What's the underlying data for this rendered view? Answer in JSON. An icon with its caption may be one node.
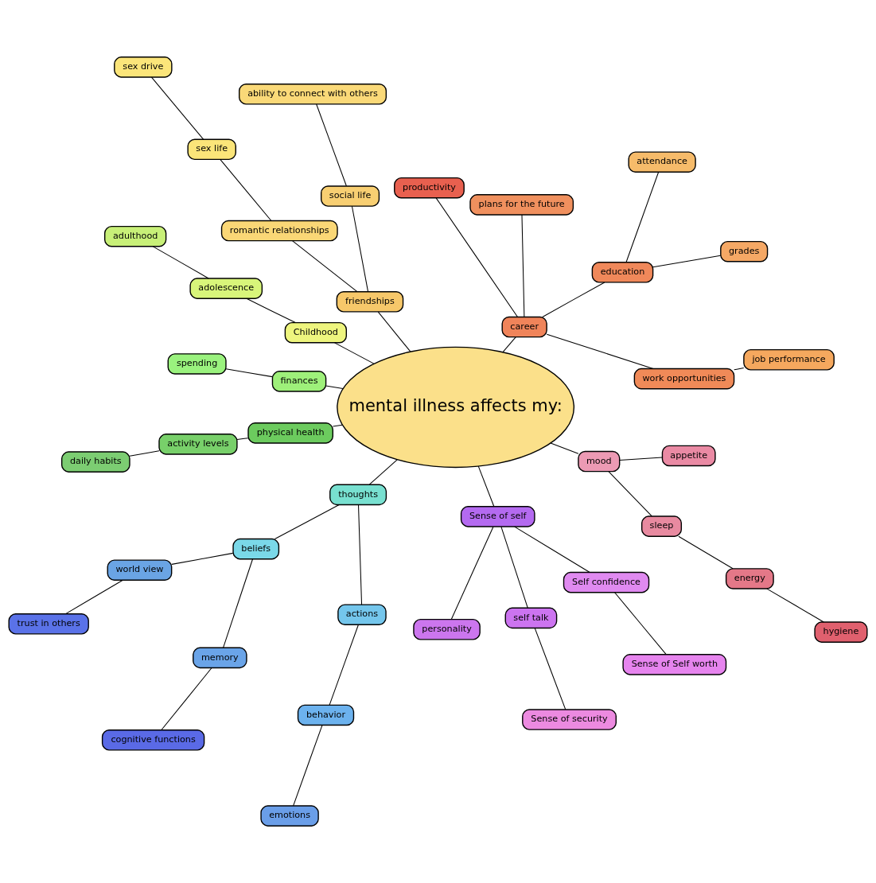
{
  "diagram": {
    "nodes": [
      {
        "text": [
          "mental illness affects my:"
        ]
      },
      {
        "text": [
          "career"
        ]
      },
      {
        "text": [
          "work opportunities"
        ]
      },
      {
        "text": [
          "job performance"
        ]
      },
      {
        "text": [
          "education"
        ]
      },
      {
        "text": [
          "grades"
        ]
      },
      {
        "text": [
          "attendance"
        ]
      },
      {
        "text": [
          "plans for the future"
        ]
      },
      {
        "text": [
          "productivity"
        ]
      },
      {
        "text": [
          "friendships"
        ]
      },
      {
        "text": [
          "social life"
        ]
      },
      {
        "text": [
          "ability to connect with others"
        ]
      },
      {
        "text": [
          "romantic relationships"
        ]
      },
      {
        "text": [
          "sex life"
        ]
      },
      {
        "text": [
          "sex drive"
        ]
      },
      {
        "text": [
          "Childhood"
        ]
      },
      {
        "text": [
          "adolescence"
        ]
      },
      {
        "text": [
          "adulthood"
        ]
      },
      {
        "text": [
          "finances"
        ]
      },
      {
        "text": [
          "spending"
        ]
      },
      {
        "text": [
          "physical health"
        ]
      },
      {
        "text": [
          "activity levels"
        ]
      },
      {
        "text": [
          "daily habits"
        ]
      },
      {
        "text": [
          "thoughts"
        ]
      },
      {
        "text": [
          "beliefs"
        ]
      },
      {
        "text": [
          "actions"
        ]
      },
      {
        "text": [
          "world view"
        ]
      },
      {
        "text": [
          "memory"
        ]
      },
      {
        "text": [
          "trust in others"
        ]
      },
      {
        "text": [
          "cognitive functions"
        ]
      },
      {
        "text": [
          "behavior"
        ]
      },
      {
        "text": [
          "emotions"
        ]
      },
      {
        "text": [
          "Sense of self"
        ]
      },
      {
        "text": [
          "personality"
        ]
      },
      {
        "text": [
          "self talk"
        ]
      },
      {
        "text": [
          "Self confidence"
        ]
      },
      {
        "text": [
          "Sense of security"
        ]
      },
      {
        "text": [
          "Sense of Self worth"
        ]
      },
      {
        "text": [
          "mood"
        ]
      },
      {
        "text": [
          "sleep"
        ]
      },
      {
        "text": [
          "energy"
        ]
      },
      {
        "text": [
          "appetite"
        ]
      },
      {
        "text": [
          "hygiene"
        ]
      }
    ],
    "edges": [
      {
        "from": 0,
        "to": 1,
        "arrow": "none"
      },
      {
        "from": 1,
        "to": 2,
        "arrow": "none"
      },
      {
        "from": 2,
        "to": 3,
        "arrow": "none"
      },
      {
        "from": 1,
        "to": 4,
        "arrow": "none"
      },
      {
        "from": 4,
        "to": 5,
        "arrow": "none"
      },
      {
        "from": 4,
        "to": 6,
        "arrow": "none"
      },
      {
        "from": 1,
        "to": 7,
        "arrow": "none"
      },
      {
        "from": 1,
        "to": 8,
        "arrow": "none"
      },
      {
        "from": 0,
        "to": 9,
        "arrow": "none"
      },
      {
        "from": 9,
        "to": 10,
        "arrow": "none"
      },
      {
        "from": 10,
        "to": 11,
        "arrow": "none"
      },
      {
        "from": 9,
        "to": 12,
        "arrow": "none"
      },
      {
        "from": 12,
        "to": 13,
        "arrow": "none"
      },
      {
        "from": 13,
        "to": 14,
        "arrow": "none"
      },
      {
        "from": 0,
        "to": 15,
        "arrow": "none"
      },
      {
        "from": 15,
        "to": 16,
        "arrow": "none"
      },
      {
        "from": 16,
        "to": 17,
        "arrow": "none"
      },
      {
        "from": 0,
        "to": 18,
        "arrow": "none"
      },
      {
        "from": 18,
        "to": 19,
        "arrow": "none"
      },
      {
        "from": 0,
        "to": 20,
        "arrow": "none"
      },
      {
        "from": 20,
        "to": 21,
        "arrow": "none"
      },
      {
        "from": 21,
        "to": 22,
        "arrow": "none"
      },
      {
        "from": 0,
        "to": 23,
        "arrow": "none"
      },
      {
        "from": 23,
        "to": 24,
        "arrow": "none"
      },
      {
        "from": 23,
        "to": 25,
        "arrow": "none"
      },
      {
        "from": 24,
        "to": 26,
        "arrow": "none"
      },
      {
        "from": 24,
        "to": 27,
        "arrow": "none"
      },
      {
        "from": 26,
        "to": 28,
        "arrow": "none"
      },
      {
        "from": 27,
        "to": 29,
        "arrow": "none"
      },
      {
        "from": 25,
        "to": 30,
        "arrow": "none"
      },
      {
        "from": 30,
        "to": 31,
        "arrow": "none"
      },
      {
        "from": 0,
        "to": 32,
        "arrow": "none"
      },
      {
        "from": 32,
        "to": 33,
        "arrow": "none"
      },
      {
        "from": 32,
        "to": 34,
        "arrow": "none"
      },
      {
        "from": 32,
        "to": 35,
        "arrow": "none"
      },
      {
        "from": 34,
        "to": 36,
        "arrow": "none"
      },
      {
        "from": 35,
        "to": 37,
        "arrow": "none"
      },
      {
        "from": 0,
        "to": 38,
        "arrow": "none"
      },
      {
        "from": 38,
        "to": 39,
        "arrow": "none"
      },
      {
        "from": 38,
        "to": 41,
        "arrow": "none"
      },
      {
        "from": 39,
        "to": 40,
        "arrow": "none"
      },
      {
        "from": 40,
        "to": 42,
        "arrow": "none"
      }
    ]
  }
}
